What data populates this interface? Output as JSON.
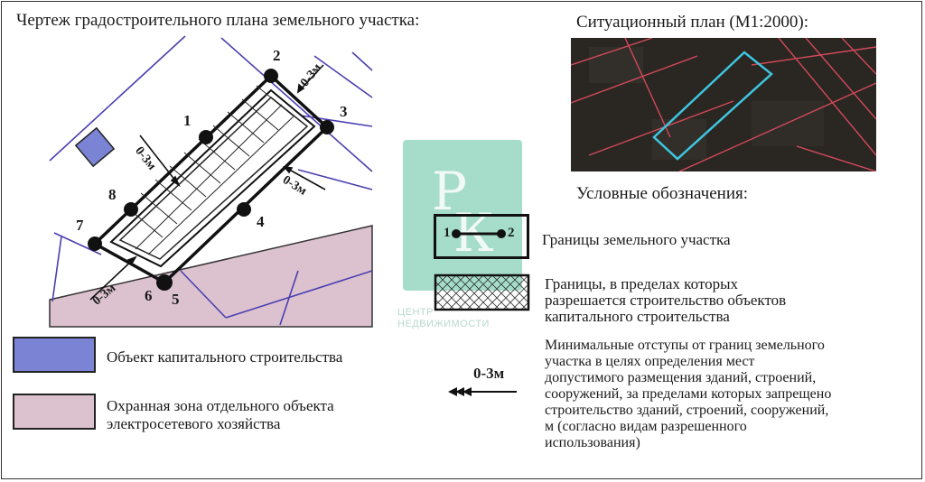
{
  "header": {
    "plan_title": "Чертеж градостроительного плана земельного участка:",
    "situation_title": "Ситуационный план (М1:2000):",
    "legend_title": "Условные обозначения:"
  },
  "plan": {
    "points": [
      "1",
      "2",
      "3",
      "4",
      "5",
      "6",
      "7",
      "8"
    ],
    "setback_label": "0-3м"
  },
  "legend": {
    "boundary_label": "Границы земельного участка",
    "boundary_pt1": "1",
    "boundary_pt2": "2",
    "build_zone_label_l1": "Границы, в пределах которых",
    "build_zone_label_l2": "разрешается строительство  объектов",
    "build_zone_label_l3": "капитального строительства",
    "capital_object_label": "Объект капитального строительства",
    "protection_zone_label_l1": "Охранная зона отдельного объекта",
    "protection_zone_label_l2": "электросетевого хозяйства",
    "setback_symbol_label": "0-3м",
    "setback_desc_l1": "Минимальные отступы от границ земельного",
    "setback_desc_l2": "участка в целях определения мест",
    "setback_desc_l3": "допустимого размещения зданий, строений,",
    "setback_desc_l4": "сооружений, за пределами которых запрещено",
    "setback_desc_l5": "строительство зданий, строений, сооружений,",
    "setback_desc_l6": "м (согласно видам разрешенного",
    "setback_desc_l7": "использования)"
  },
  "watermark": {
    "letter1": "Р",
    "letter2": "К",
    "line1": "ЦЕНТР",
    "line2": "НЕДВИЖИМОСТИ"
  },
  "colors": {
    "capital_object": "#7b84d4",
    "protection_zone": "#dcc2cf",
    "grid_lines": "#4a3fb0",
    "site_outline": "#3ec6e0",
    "watermark": "#8ed4bd"
  }
}
